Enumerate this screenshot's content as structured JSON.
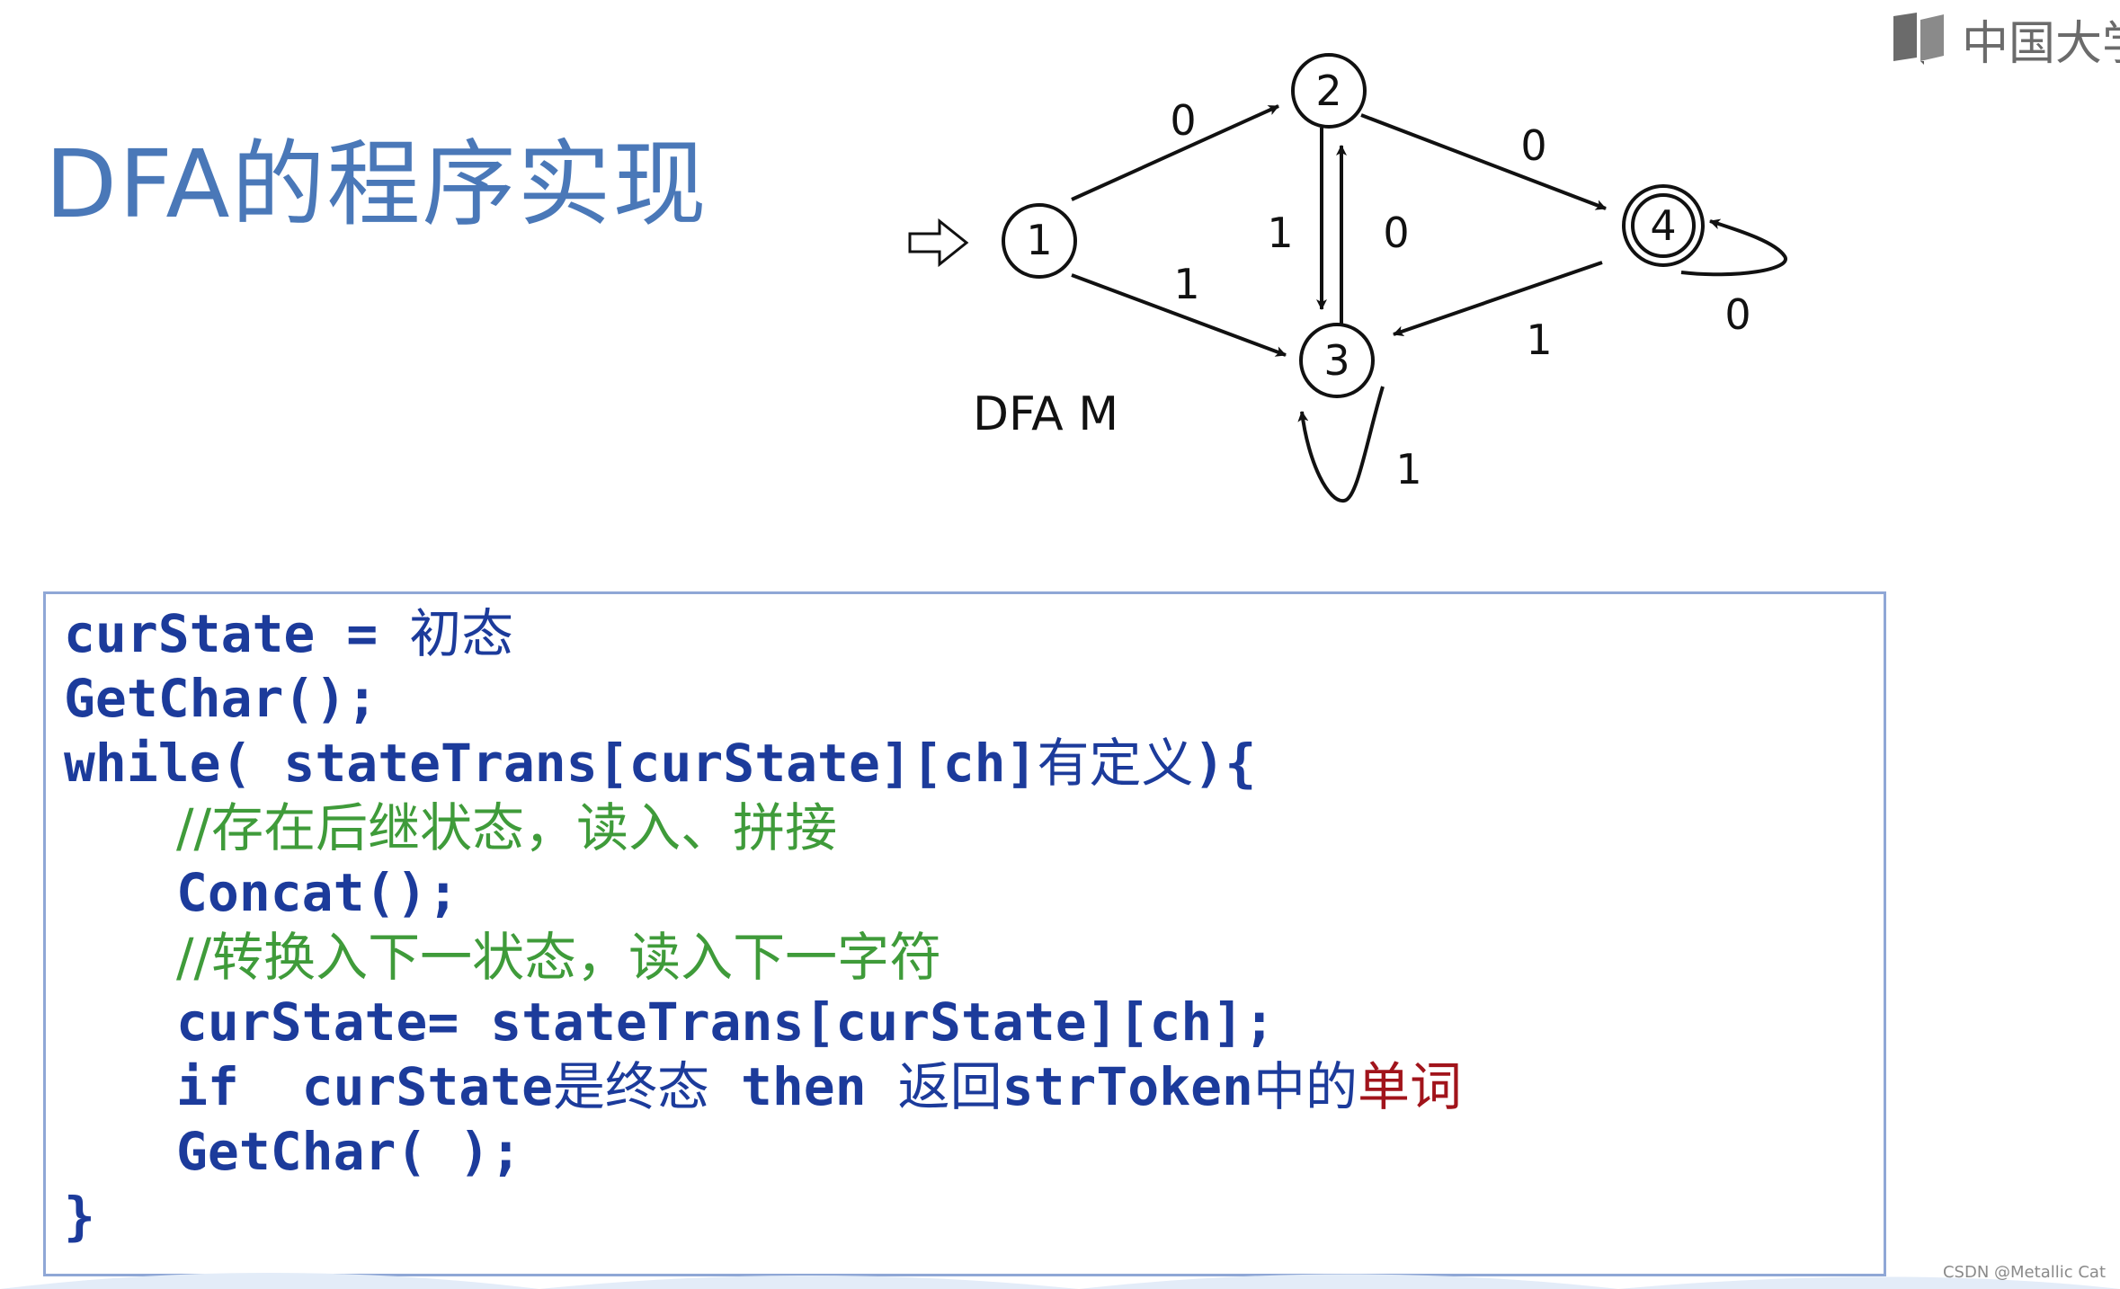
{
  "slide": {
    "title": "DFA的程序实现"
  },
  "logo": {
    "text": "中国大学",
    "icon": "book-logo-icon"
  },
  "diagram": {
    "caption": "DFA M",
    "start_marker": "start-arrow-icon",
    "states": [
      {
        "id": "1",
        "label": "1",
        "accepting": false
      },
      {
        "id": "2",
        "label": "2",
        "accepting": false
      },
      {
        "id": "3",
        "label": "3",
        "accepting": false
      },
      {
        "id": "4",
        "label": "4",
        "accepting": true
      }
    ],
    "transitions": [
      {
        "from": "1",
        "to": "2",
        "label": "0"
      },
      {
        "from": "1",
        "to": "3",
        "label": "1"
      },
      {
        "from": "2",
        "to": "3",
        "label": "1"
      },
      {
        "from": "3",
        "to": "2",
        "label": "0"
      },
      {
        "from": "2",
        "to": "4",
        "label": "0"
      },
      {
        "from": "4",
        "to": "3",
        "label": "1"
      },
      {
        "from": "4",
        "to": "4",
        "label": "0"
      },
      {
        "from": "3",
        "to": "3",
        "label": "1"
      }
    ]
  },
  "code": {
    "line1": "curState = ",
    "line1_cn": "初态",
    "line2": "GetChar();",
    "line3_a": "while( stateTrans[curState][ch]",
    "line3_cn": "有定义",
    "line3_b": "){",
    "line4_comment": "//存在后继状态，读入、拼接",
    "line5": "Concat();",
    "line6_comment": "//转换入下一状态，读入下一字符",
    "line7": "curState= stateTrans[curState][ch];",
    "line8_a": "if  curState",
    "line8_cn1": "是终态",
    "line8_b": " then ",
    "line8_cn2": "返回",
    "line8_c": "strToken",
    "line8_cn3": "中的",
    "line8_red": "单词",
    "line9": "GetChar( );",
    "line10": "}"
  },
  "watermark": "CSDN @Metallic Cat",
  "colors": {
    "title": "#4a78b8",
    "code": "#1c3b9b",
    "comment": "#3f9b3a",
    "highlight": "#a1141b",
    "box_border": "#8fa7d6"
  }
}
